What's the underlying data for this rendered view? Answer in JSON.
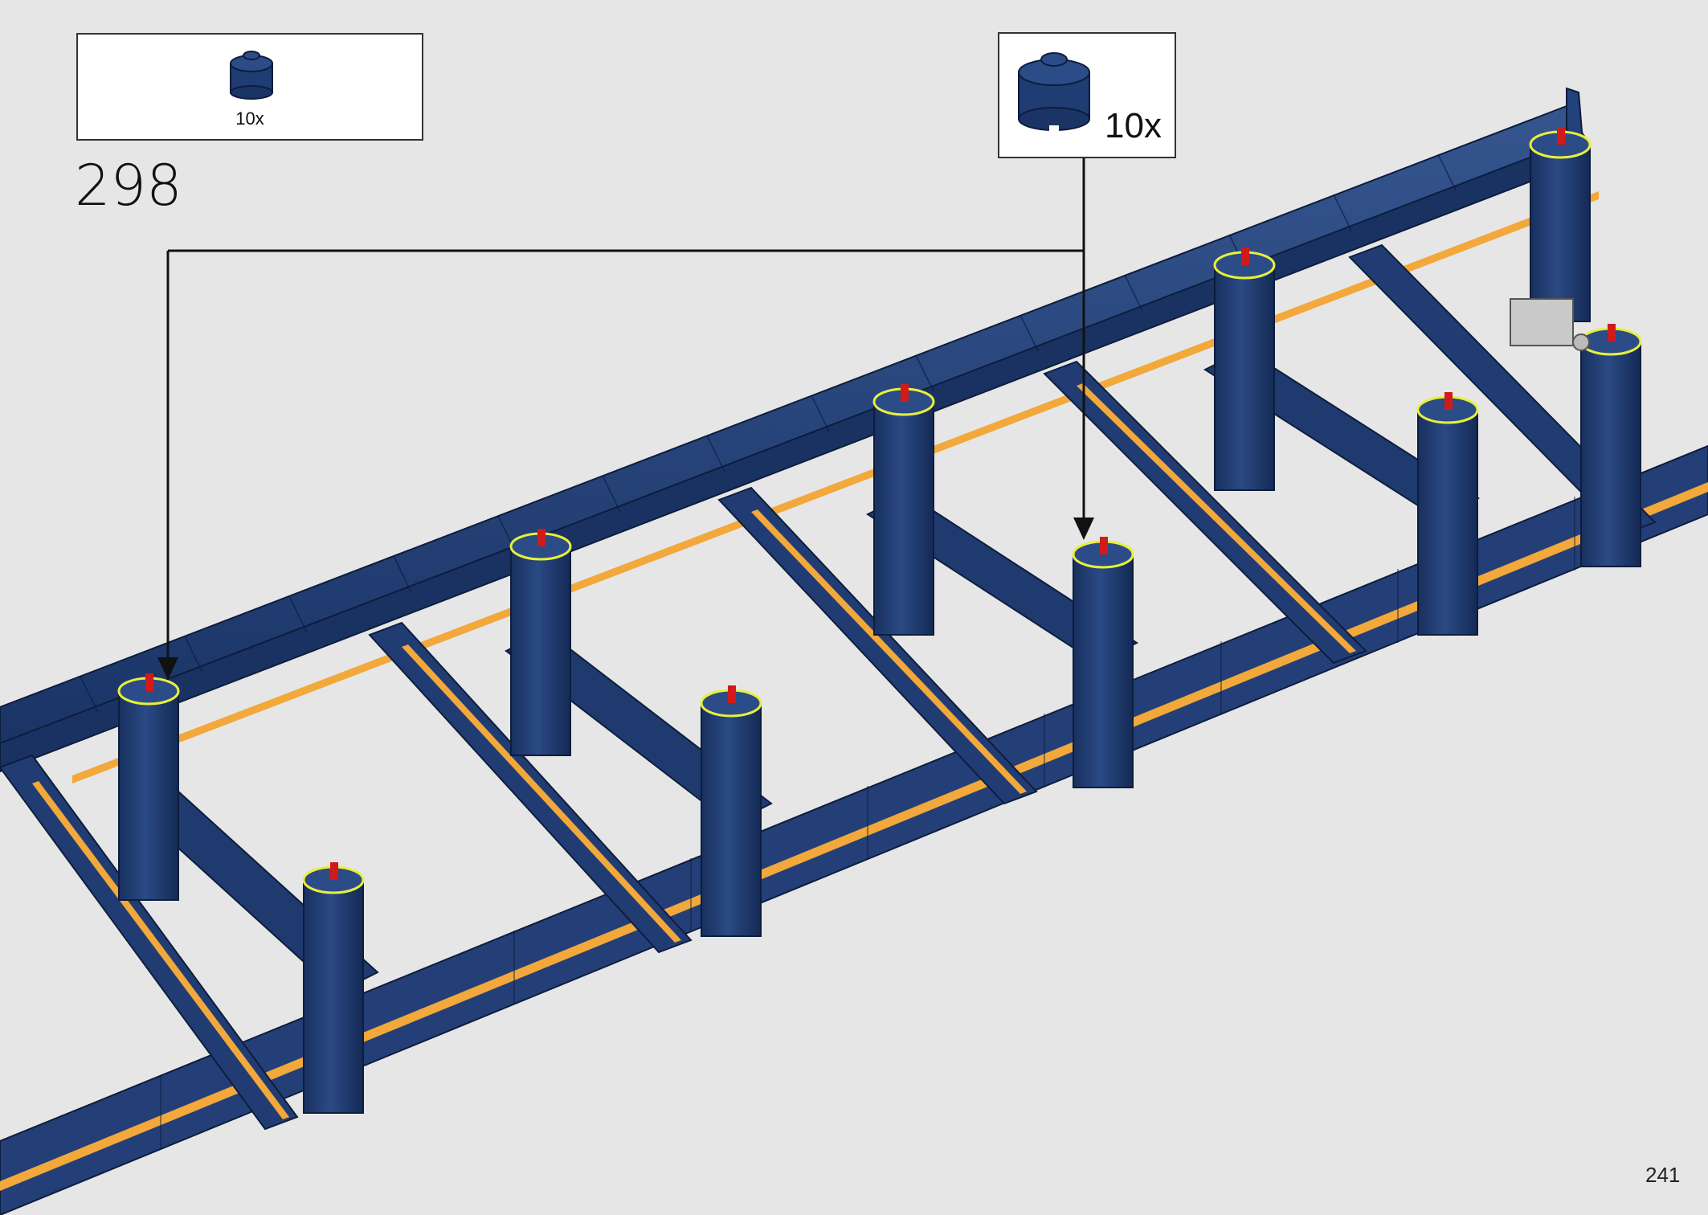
{
  "page": {
    "background": "#e6e6e6",
    "number": "241"
  },
  "step": {
    "number": "298"
  },
  "parts_list": {
    "items": [
      {
        "part": "round-brick-2x2",
        "color": "#1f3d73",
        "quantity": "10x"
      }
    ]
  },
  "callout": {
    "part": "round-brick-2x2",
    "color": "#1f3d73",
    "quantity": "10x"
  },
  "model": {
    "brick_color": "#1f3d73",
    "stripe_color": "#f2a83a",
    "highlight_color": "#e8f03a",
    "axle_color": "#d11a1a"
  },
  "icons": {
    "part_icon": "round-brick-icon",
    "pointer": "arrow-down-icon"
  }
}
